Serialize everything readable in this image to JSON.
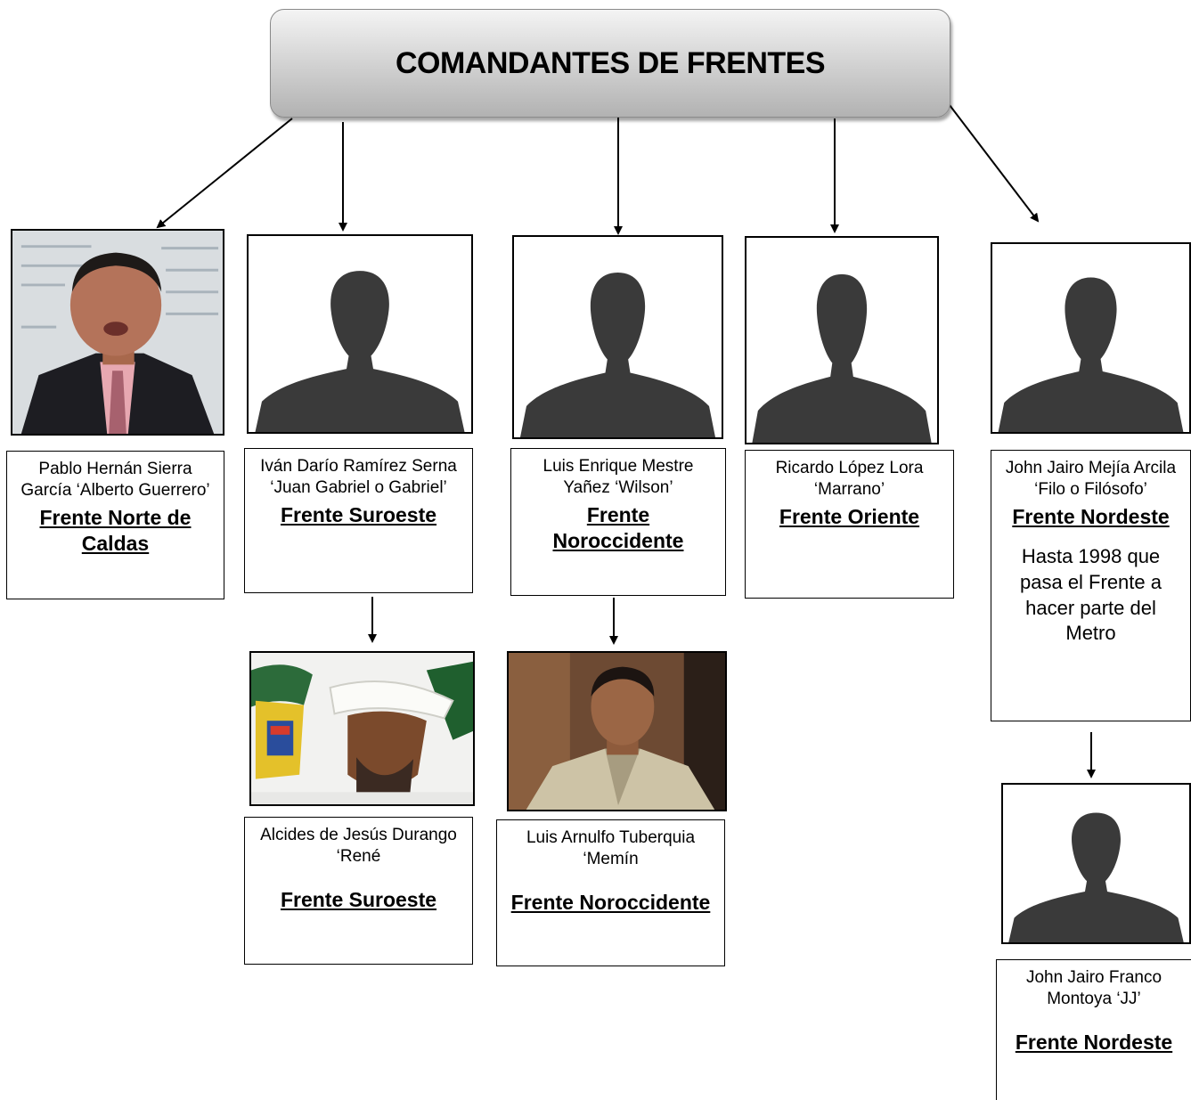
{
  "title": "COMANDANTES DE FRENTES",
  "colors": {
    "silhouette": "#3a3a3a",
    "box_border": "#000000",
    "title_gradient_top": "#f4f4f4",
    "title_gradient_bottom": "#b2b2b2"
  },
  "commanders": [
    {
      "name": "Pablo Hernán Sierra García ‘Alberto Guerrero’",
      "front": "Frente Norte de Caldas",
      "photo": "photo-man-suit-pink-shirt"
    },
    {
      "name": "Iván Darío Ramírez Serna ‘Juan Gabriel o Gabriel’",
      "front": "Frente Suroeste",
      "photo": "silhouette-icon"
    },
    {
      "name": "Luis Enrique Mestre Yañez ‘Wilson’",
      "front": "Frente Noroccidente",
      "photo": "silhouette-icon"
    },
    {
      "name": "Ricardo López Lora ‘Marrano’",
      "front": "Frente Oriente",
      "photo": "silhouette-icon"
    },
    {
      "name": "John Jairo Mejía Arcila ‘Filo o Filósofo’",
      "front": "Frente Nordeste",
      "note": "Hasta 1998 que pasa el Frente a hacer parte del Metro",
      "photo": "silhouette-icon"
    }
  ],
  "successors": [
    {
      "name": "Alcides de Jesús Durango ‘René",
      "front": "Frente Suroeste",
      "photo": "photo-man-white-cap"
    },
    {
      "name": "Luis Arnulfo Tuberquia ‘Memín",
      "front": "Frente Noroccidente",
      "photo": "photo-man-beige-jacket"
    },
    {
      "name": "John Jairo Franco Montoya ‘JJ’",
      "front": "Frente Nordeste",
      "photo": "silhouette-icon"
    }
  ]
}
